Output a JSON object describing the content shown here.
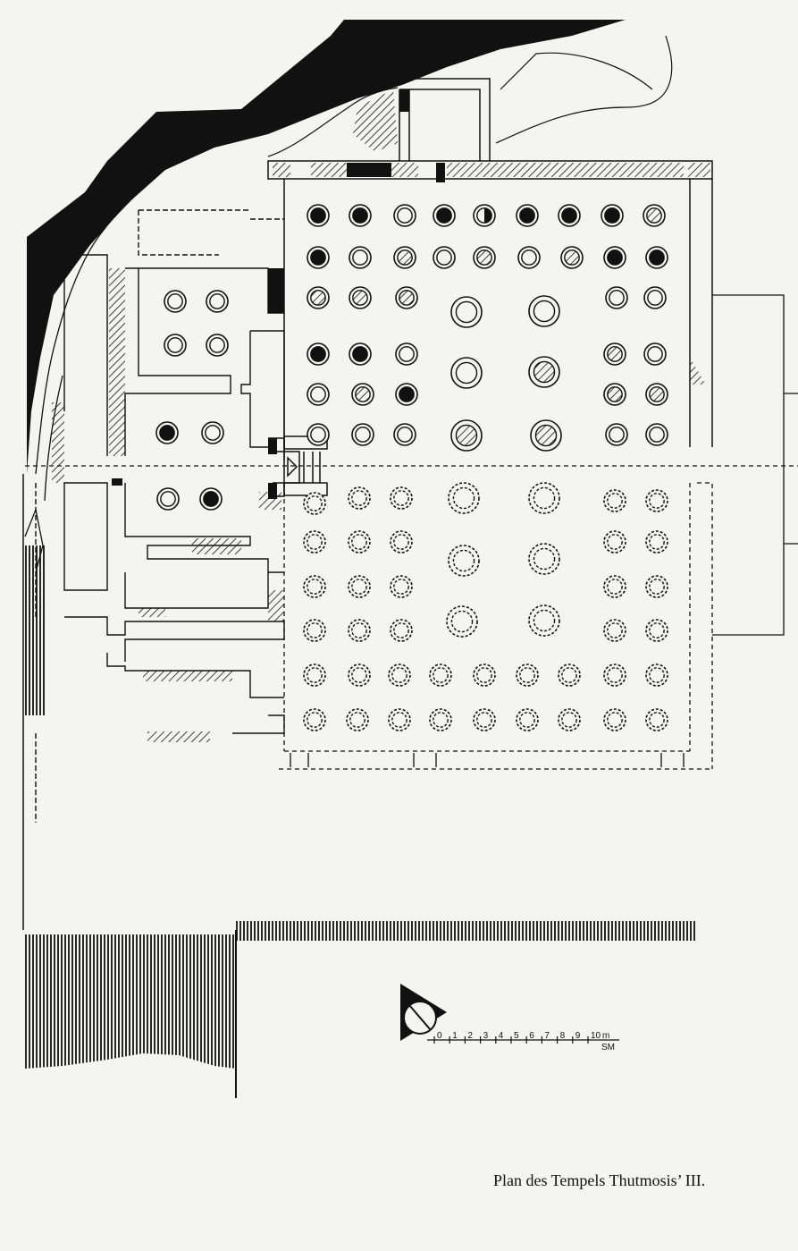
{
  "caption": "Plan des Tempels Thutmosis’ III.",
  "scale": {
    "labels": [
      "0",
      "1",
      "2",
      "3",
      "4",
      "5",
      "6",
      "7",
      "8",
      "9",
      "10"
    ],
    "unit": "m",
    "sub": "SM"
  },
  "colors": {
    "ink": "#111111",
    "paper": "#f4f4f2"
  },
  "column_legend_symbols": [
    "solid-black-center",
    "hatched-center",
    "open-ring",
    "half-black",
    "dashed-reconstructed"
  ]
}
